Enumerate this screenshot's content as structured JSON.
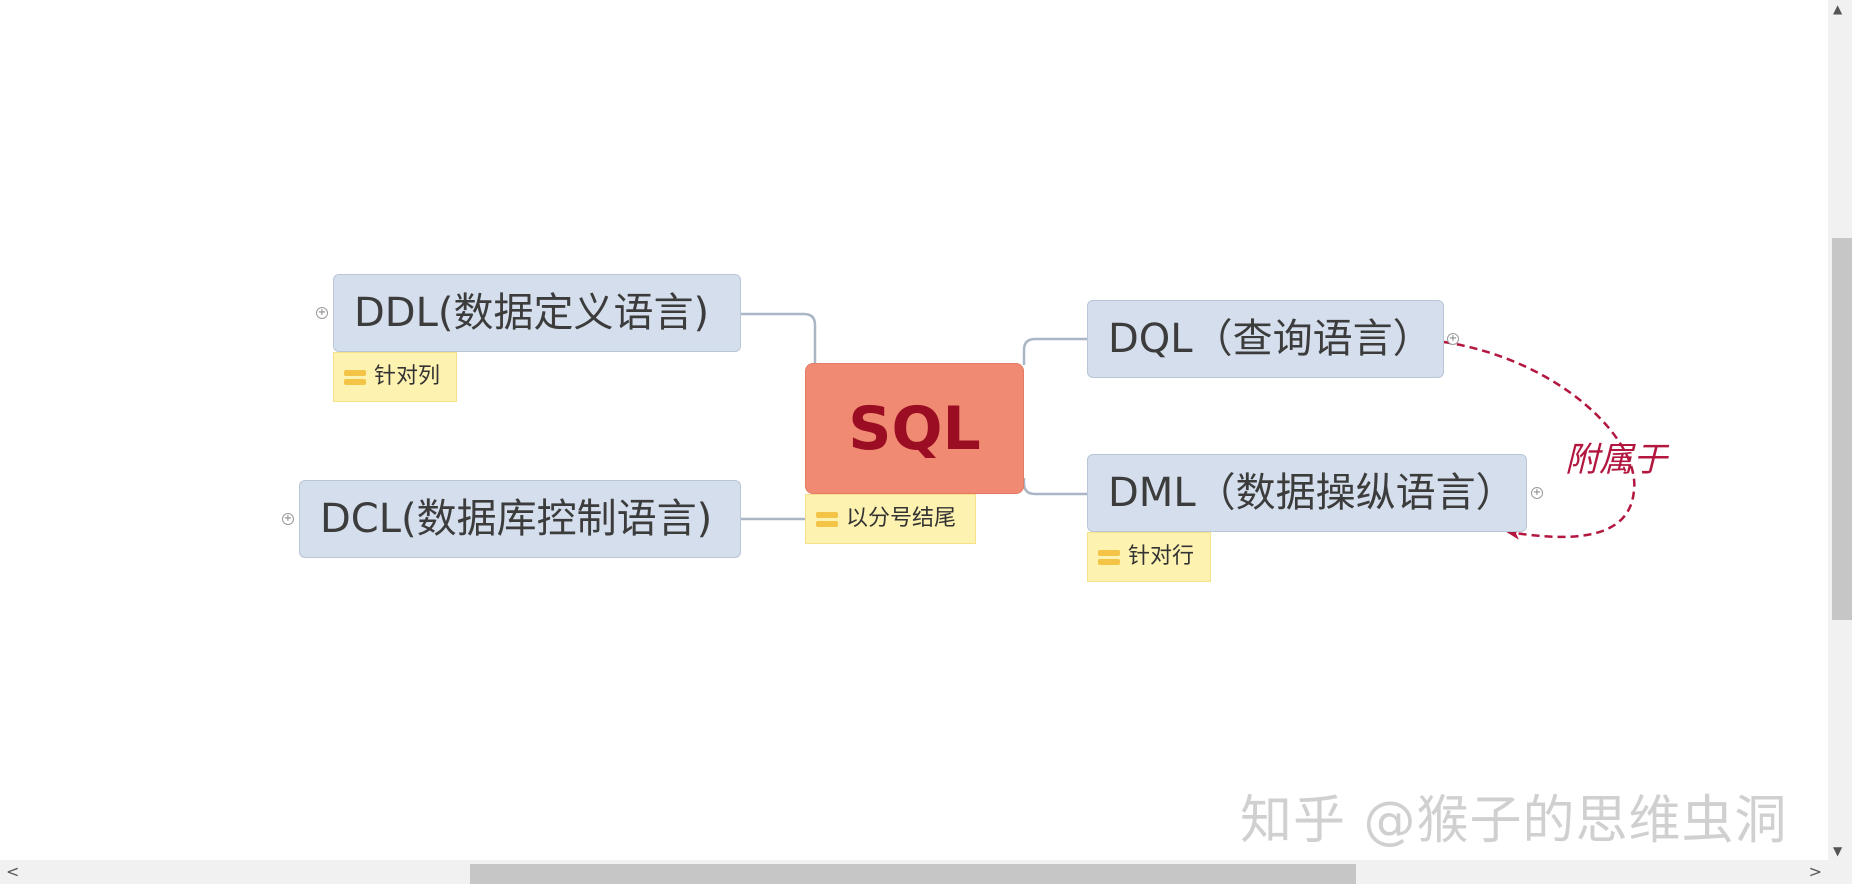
{
  "mindmap": {
    "central": {
      "label": "SQL",
      "note": "以分号结尾"
    },
    "topics": {
      "ddl": {
        "label": "DDL(数据定义语言)",
        "note": "针对列"
      },
      "dcl": {
        "label": "DCL(数据库控制语言)"
      },
      "dql": {
        "label": "DQL（查询语言）"
      },
      "dml": {
        "label": "DML（数据操纵语言）",
        "note": "针对行"
      }
    },
    "relationship": {
      "from": "DQL（查询语言）",
      "to": "DML（数据操纵语言）",
      "label": "附属于",
      "color": "#b3173f"
    },
    "expander_symbol": "+"
  },
  "colors": {
    "central_fill": "#f08a72",
    "central_text": "#9b0d22",
    "topic_fill": "#d4deec",
    "note_fill": "#fdf2b0"
  },
  "watermark": "知乎 @猴子的思维虫洞",
  "scrollbar": {
    "left_arrow": "<",
    "right_arrow": ">",
    "up_arrow": "▲",
    "down_arrow": "▼"
  }
}
